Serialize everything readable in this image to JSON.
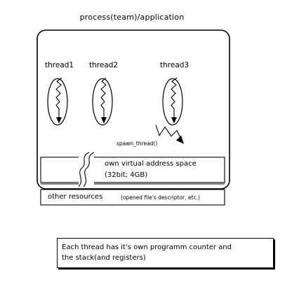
{
  "process": {
    "title": "process(team)/application"
  },
  "threads": [
    {
      "label": "thread1"
    },
    {
      "label": "thread2"
    },
    {
      "label": "thread3"
    }
  ],
  "spawn_call": "spawn_thread()",
  "address_space": {
    "line1": "own virtual address space",
    "line2": "(32bit; 4GB)"
  },
  "resources": {
    "label": "other resources",
    "detail": "(opened file's descriptor, etc.)"
  },
  "note": {
    "line1": "Each thread has it's own programm counter and",
    "line2": "the stack(and registers)"
  },
  "icons": [
    "thread-execution-icon",
    "spawn-lightning-icon",
    "wavy-divider-icon"
  ]
}
